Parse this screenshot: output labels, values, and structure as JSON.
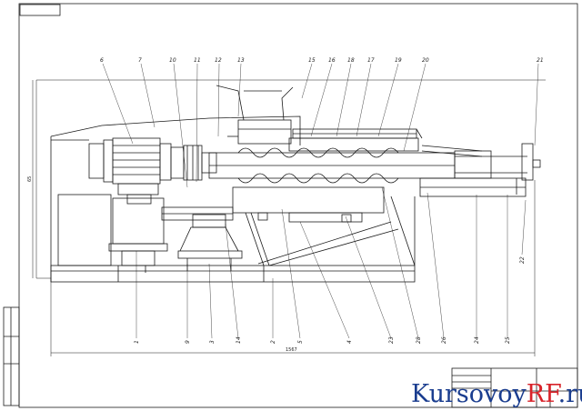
{
  "top_callouts": [
    {
      "id": "c6",
      "text": "6"
    },
    {
      "id": "c7",
      "text": "7"
    },
    {
      "id": "c10",
      "text": "10"
    },
    {
      "id": "c11",
      "text": "11"
    },
    {
      "id": "c12",
      "text": "12"
    },
    {
      "id": "c13",
      "text": "13"
    },
    {
      "id": "c15",
      "text": "15"
    },
    {
      "id": "c16",
      "text": "16"
    },
    {
      "id": "c18",
      "text": "18"
    },
    {
      "id": "c17",
      "text": "17"
    },
    {
      "id": "c19",
      "text": "19"
    },
    {
      "id": "c20",
      "text": "20"
    },
    {
      "id": "c21",
      "text": "21"
    }
  ],
  "bottom_callouts": [
    {
      "id": "b1",
      "text": "1"
    },
    {
      "id": "b9",
      "text": "9"
    },
    {
      "id": "b3",
      "text": "3"
    },
    {
      "id": "b14",
      "text": "14"
    },
    {
      "id": "b2",
      "text": "2"
    },
    {
      "id": "b5",
      "text": "5"
    },
    {
      "id": "b4",
      "text": "4"
    },
    {
      "id": "b23",
      "text": "23"
    },
    {
      "id": "b28",
      "text": "28"
    },
    {
      "id": "b26",
      "text": "26"
    },
    {
      "id": "b24",
      "text": "24"
    },
    {
      "id": "b25",
      "text": "25"
    }
  ],
  "side_callout": "22",
  "dimensions": {
    "overall_length": "1567",
    "overall_height": "65"
  },
  "watermark": {
    "part1": "Kursovoy",
    "part2": "RF",
    "part3": ".ru"
  },
  "colors": {
    "line": "#1b1b1b",
    "paper": "#ffffff",
    "watermark_blue": "#1a3d8f",
    "watermark_red": "#d8232a"
  }
}
